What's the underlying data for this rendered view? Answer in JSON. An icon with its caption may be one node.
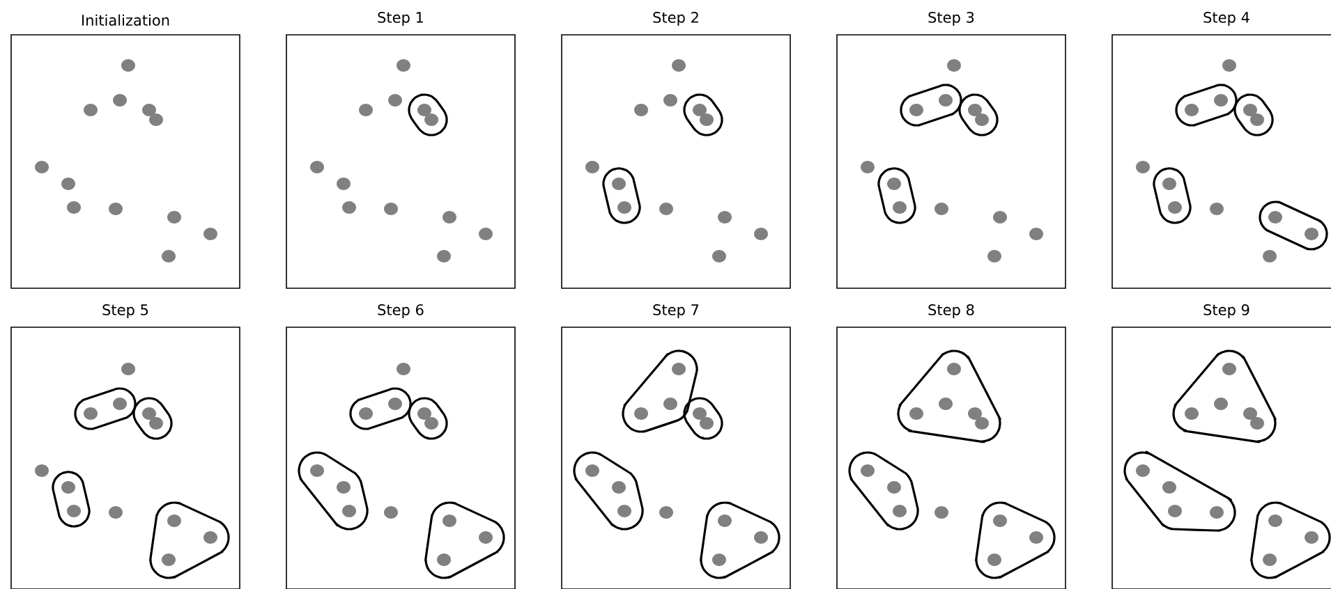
{
  "diagram": {
    "nodes": [
      {
        "text": [
          "Initialization"
        ]
      },
      {
        "text": [
          "Step 1"
        ]
      },
      {
        "text": [
          "Step 2"
        ]
      },
      {
        "text": [
          "Step 3"
        ]
      },
      {
        "text": [
          "Step 4"
        ]
      },
      {
        "text": [
          "Step 5"
        ]
      },
      {
        "text": [
          "Step 6"
        ]
      },
      {
        "text": [
          "Step 7"
        ]
      },
      {
        "text": [
          "Step 8"
        ]
      },
      {
        "text": [
          "Step 9"
        ]
      }
    ]
  }
}
